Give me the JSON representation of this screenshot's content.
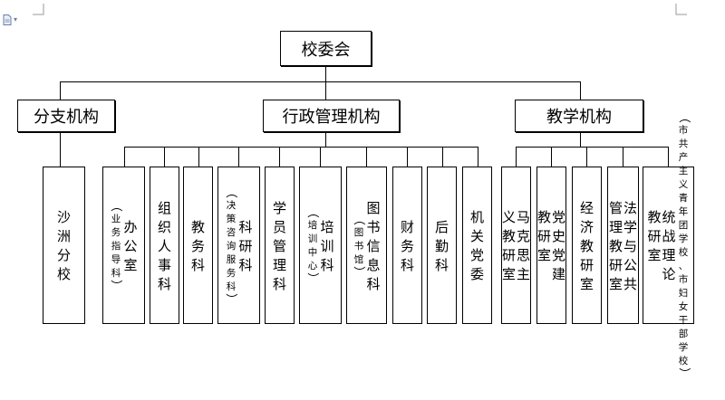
{
  "top": "校委会",
  "level2": [
    {
      "name": "分支机构"
    },
    {
      "name": "行政管理机构"
    },
    {
      "name": "教学机构"
    }
  ],
  "branch": [
    {
      "name": "沙洲分校"
    }
  ],
  "admin": [
    {
      "name": "办公室",
      "note": "业务指导科"
    },
    {
      "name": "组织人事科"
    },
    {
      "name": "教务科"
    },
    {
      "name": "科研科",
      "note": "决策咨询服务科"
    },
    {
      "name": "学员管理科"
    },
    {
      "name": "培训科",
      "note": "培训中心"
    },
    {
      "name": "图书信息科",
      "note": "图书馆"
    },
    {
      "name": "财务科"
    },
    {
      "name": "后勤科"
    },
    {
      "name": "机关党委"
    }
  ],
  "teaching": [
    {
      "name": "马克思主义教研室"
    },
    {
      "name": "党史党建教研室"
    },
    {
      "name": "经济教研室"
    },
    {
      "name": "法学与公共管理教研室"
    },
    {
      "name": "统战理论教研室",
      "note": "市共产主义青年团学校、市妇女干部学校"
    }
  ],
  "doc_icon": "document-icon",
  "doc_caret": "dropdown-caret-icon"
}
